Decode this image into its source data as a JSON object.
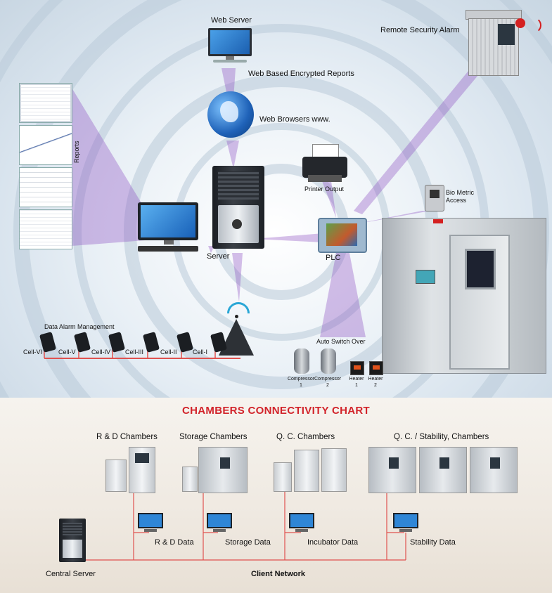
{
  "top": {
    "web_server": "Web Server",
    "remote_alarm": "Remote Security Alarm",
    "web_reports": "Web Based Encrypted Reports",
    "web_browsers": "Web Browsers www.",
    "reports": "Reports",
    "printer": "Printer Output",
    "bio_metric": "Bio Metric\nAccess",
    "server": "Server",
    "plc": "PLC",
    "data_alarm": "Data Alarm Management",
    "auto_switch": "Auto Switch Over",
    "cells": [
      "Cell-VI",
      "Cell-V",
      "Cell-IV",
      "Cell-III",
      "Cell-II",
      "Cell-I"
    ],
    "equipment": [
      {
        "name": "Compressor",
        "num": "1"
      },
      {
        "name": "Compressor",
        "num": "2"
      },
      {
        "name": "Heater",
        "num": "1"
      },
      {
        "name": "Heater",
        "num": "2"
      }
    ]
  },
  "chart": {
    "title": "CHAMBERS CONNECTIVITY CHART",
    "groups": [
      "R & D Chambers",
      "Storage Chambers",
      "Q. C. Chambers",
      "Q. C. / Stability, Chambers"
    ],
    "terminals": [
      "R & D Data",
      "Storage Data",
      "Incubator Data",
      "Stability Data"
    ],
    "central_server": "Central Server",
    "client_network": "Client Network"
  },
  "colors": {
    "connector": "#7a3fb0",
    "network_line": "#e0524f",
    "title": "#d2232a"
  }
}
